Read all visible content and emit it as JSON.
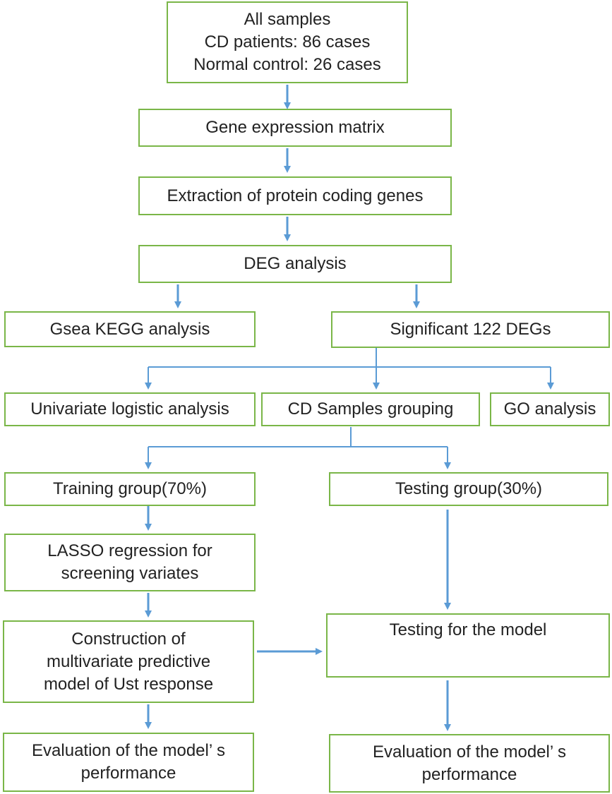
{
  "colors": {
    "box_border": "#7ab648",
    "arrow": "#5b9bd5",
    "text": "#222222"
  },
  "nodes": {
    "all_samples": {
      "lines": [
        "All samples",
        "CD patients:  86 cases",
        "Normal control:  26 cases"
      ]
    },
    "gene_matrix": {
      "lines": [
        "Gene expression matrix"
      ]
    },
    "extraction": {
      "lines": [
        "Extraction of protein coding genes"
      ]
    },
    "deg": {
      "lines": [
        "DEG analysis"
      ]
    },
    "gsea": {
      "lines": [
        "Gsea KEGG analysis"
      ]
    },
    "sig_degs": {
      "lines": [
        "Significant 122 DEGs"
      ]
    },
    "univariate": {
      "lines": [
        "Univariate logistic analysis"
      ]
    },
    "grouping": {
      "lines": [
        "CD Samples grouping"
      ]
    },
    "go": {
      "lines": [
        "GO analysis"
      ]
    },
    "training": {
      "lines": [
        "Training group(70%)"
      ]
    },
    "testing": {
      "lines": [
        "Testing group(30%)"
      ]
    },
    "lasso": {
      "lines": [
        "LASSO regression for",
        "screening variates"
      ]
    },
    "construction": {
      "lines": [
        "Construction of",
        "multivariate predictive",
        "model of Ust response"
      ]
    },
    "testing_model": {
      "lines": [
        "Testing for the model"
      ]
    },
    "eval_left": {
      "lines": [
        "Evaluation of the model’ s",
        "performance"
      ]
    },
    "eval_right": {
      "lines": [
        "Evaluation of the model’ s",
        "performance"
      ]
    }
  },
  "edges": [
    [
      "all_samples",
      "gene_matrix"
    ],
    [
      "gene_matrix",
      "extraction"
    ],
    [
      "extraction",
      "deg"
    ],
    [
      "deg",
      "gsea"
    ],
    [
      "deg",
      "sig_degs"
    ],
    [
      "sig_degs",
      "univariate"
    ],
    [
      "sig_degs",
      "grouping"
    ],
    [
      "sig_degs",
      "go"
    ],
    [
      "grouping",
      "training"
    ],
    [
      "grouping",
      "testing"
    ],
    [
      "training",
      "lasso"
    ],
    [
      "lasso",
      "construction"
    ],
    [
      "construction",
      "testing_model"
    ],
    [
      "testing",
      "testing_model"
    ],
    [
      "construction",
      "eval_left"
    ],
    [
      "testing_model",
      "eval_right"
    ]
  ]
}
